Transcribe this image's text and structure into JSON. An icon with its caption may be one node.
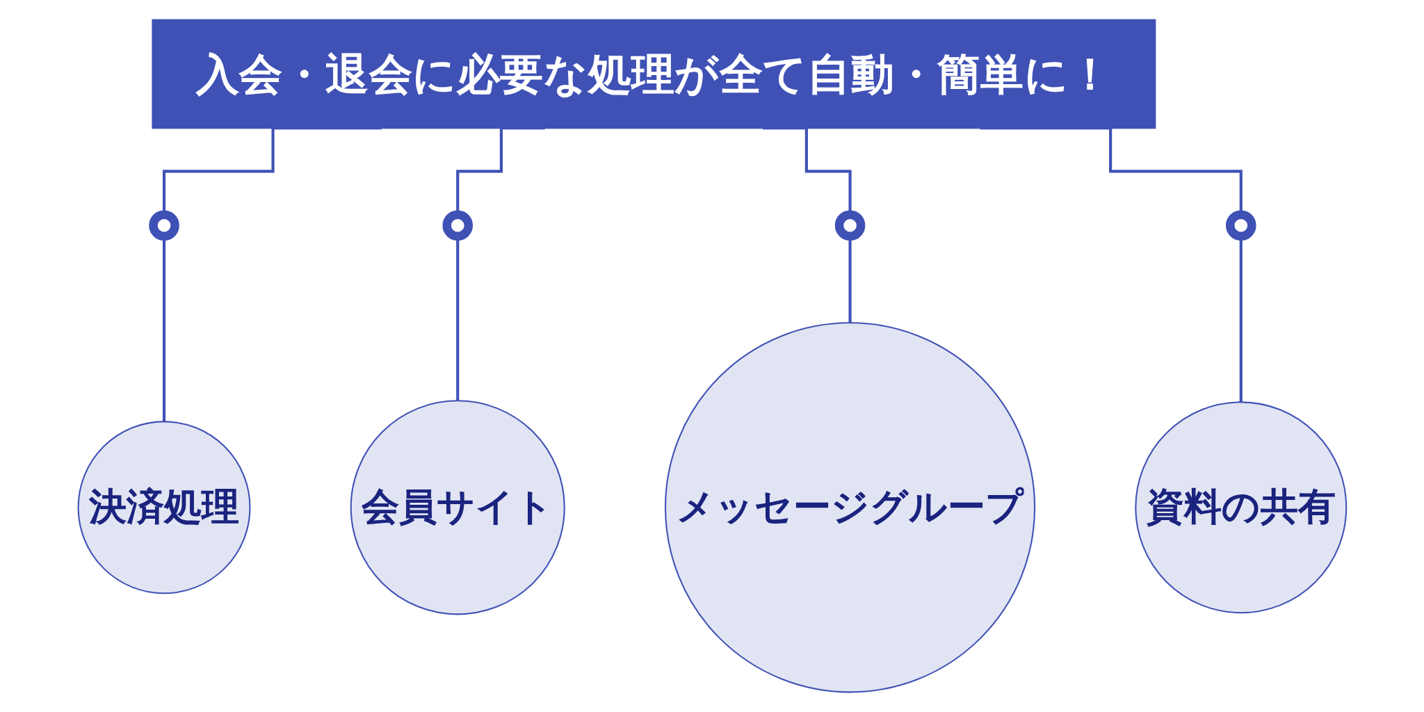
{
  "diagram": {
    "nodes": [
      {
        "text": [
          "入会・退会に必要な処理が全て自動・簡単に！"
        ]
      },
      {
        "text": [],
        "shape": "circle"
      },
      {
        "text": [],
        "shape": "circle"
      },
      {
        "text": [],
        "shape": "circle"
      },
      {
        "text": [],
        "shape": "circle"
      },
      {
        "text": [
          "決済処理"
        ]
      },
      {
        "text": [
          "会員サイト"
        ]
      },
      {
        "text": [
          "メッセージグループ"
        ]
      },
      {
        "text": [
          "資料の共有"
        ]
      }
    ],
    "edges": [
      {
        "from": 0,
        "to": 1,
        "arrow": "none"
      },
      {
        "from": 0,
        "to": 2,
        "arrow": "none"
      },
      {
        "from": 0,
        "to": 3,
        "arrow": "none"
      },
      {
        "from": 0,
        "to": 4,
        "arrow": "none"
      },
      {
        "from": 1,
        "to": 5,
        "arrow": "none"
      },
      {
        "from": 2,
        "to": 6,
        "arrow": "none"
      },
      {
        "from": 3,
        "to": 7,
        "arrow": "none"
      },
      {
        "from": 4,
        "to": 8,
        "arrow": "none"
      }
    ]
  }
}
